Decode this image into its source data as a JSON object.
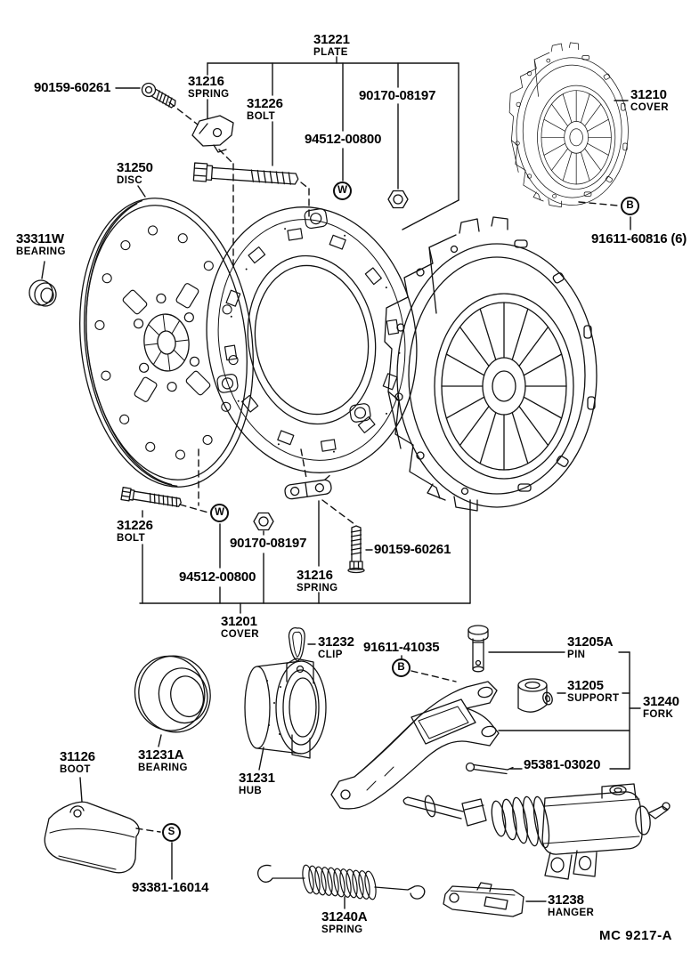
{
  "document": {
    "code": "MC 9217-A"
  },
  "markers": {
    "washer_w": "W",
    "bolt_b": "B",
    "screw_s": "S"
  },
  "parts": {
    "plate_31221": {
      "number": "31221",
      "name": "PLATE"
    },
    "bolt_90159_60261_upper": {
      "number": "90159-60261"
    },
    "spring_31216_upper": {
      "number": "31216",
      "name": "SPRING"
    },
    "bolt_31226_upper": {
      "number": "31226",
      "name": "BOLT"
    },
    "nut_90170_08197_upper": {
      "number": "90170-08197"
    },
    "washer_94512_00800_upper": {
      "number": "94512-00800"
    },
    "cover_31210": {
      "number": "31210",
      "name": "COVER"
    },
    "bolt_91611_60816": {
      "number": "91611-60816 (6)"
    },
    "disc_31250": {
      "number": "31250",
      "name": "DISC"
    },
    "bearing_33311w": {
      "number": "33311W",
      "name": "BEARING"
    },
    "bolt_31226_lower": {
      "number": "31226",
      "name": "BOLT"
    },
    "nut_90170_08197_lower": {
      "number": "90170-08197"
    },
    "washer_94512_00800_lower": {
      "number": "94512-00800"
    },
    "spring_31216_lower": {
      "number": "31216",
      "name": "SPRING"
    },
    "bolt_90159_60261_lower": {
      "number": "90159-60261"
    },
    "cover_31201": {
      "number": "31201",
      "name": "COVER"
    },
    "clip_31232": {
      "number": "31232",
      "name": "CLIP"
    },
    "bolt_91611_41035": {
      "number": "91611-41035"
    },
    "pin_31205a": {
      "number": "31205A",
      "name": "PIN"
    },
    "support_31205": {
      "number": "31205",
      "name": "SUPPORT"
    },
    "fork_31240": {
      "number": "31240",
      "name": "FORK"
    },
    "pin_95381_03020": {
      "number": "95381-03020"
    },
    "boot_31126": {
      "number": "31126",
      "name": "BOOT"
    },
    "bearing_31231a": {
      "number": "31231A",
      "name": "BEARING"
    },
    "hub_31231": {
      "number": "31231",
      "name": "HUB"
    },
    "screw_93381_16014": {
      "number": "93381-16014"
    },
    "spring_31240a": {
      "number": "31240A",
      "name": "SPRING"
    },
    "hanger_31238": {
      "number": "31238",
      "name": "HANGER"
    }
  }
}
